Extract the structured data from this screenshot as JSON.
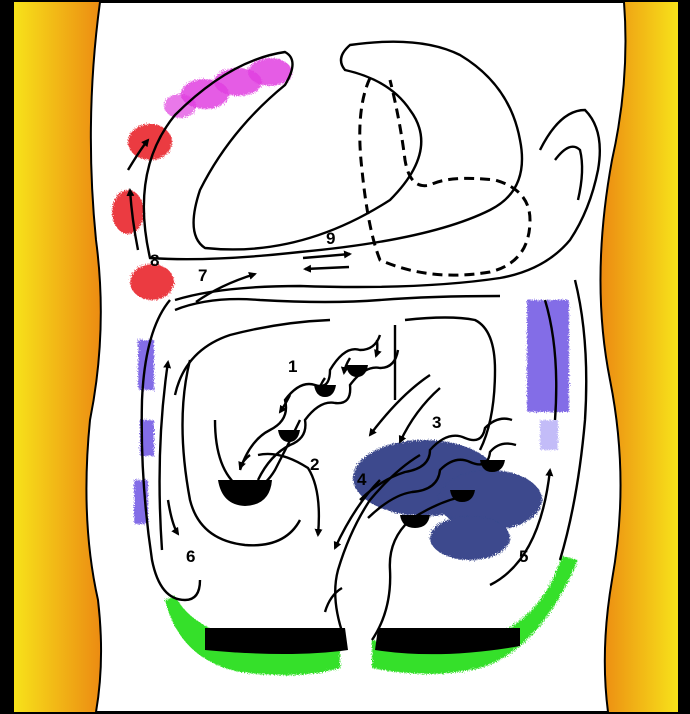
{
  "colors": {
    "frame": "#000000",
    "side_gradient_outer": "#f7e21a",
    "side_gradient_inner": "#ec8a12",
    "body": "#ffffff",
    "stroke": "#000000",
    "pink": "#e040e0",
    "red": "#e8141e",
    "blue": "#5a3ee0",
    "navy": "#1a2a7a",
    "green": "#35e02a"
  },
  "labels": {
    "n1": "1",
    "n2": "2",
    "n3": "3",
    "n4": "4",
    "n5": "5",
    "n6": "6",
    "n7": "7",
    "n8": "8",
    "n9": "9"
  }
}
